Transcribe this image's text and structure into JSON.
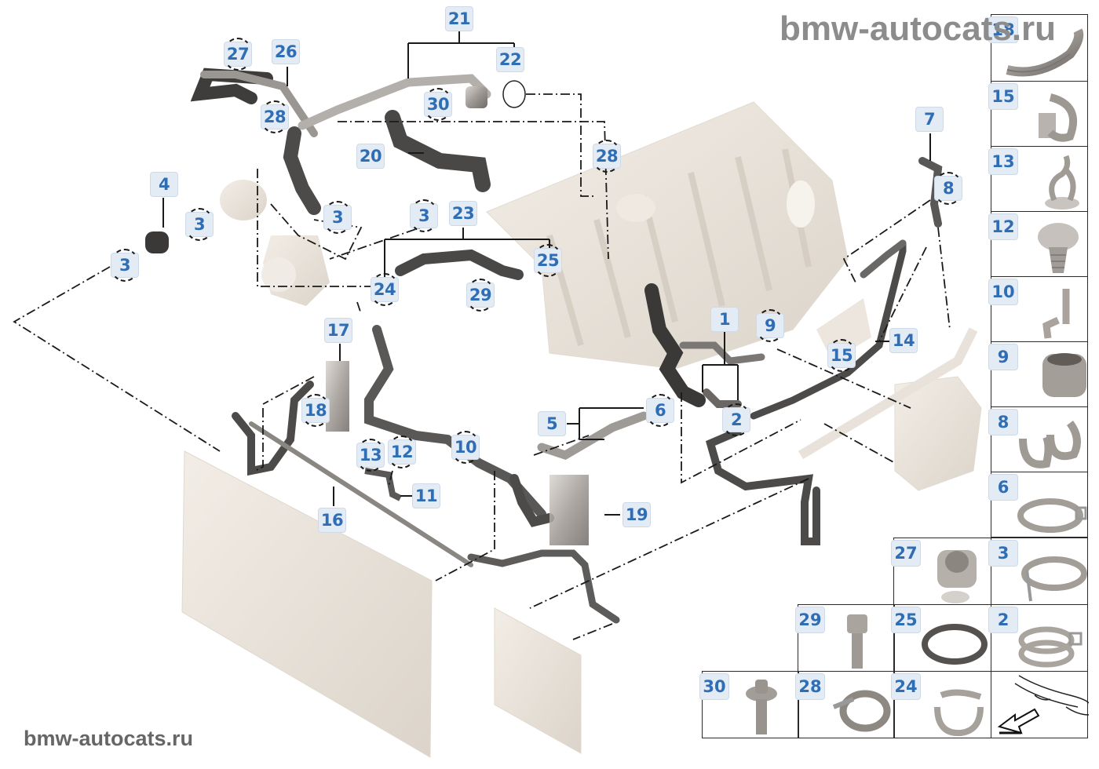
{
  "watermark": {
    "top": "bmw-autocats.ru",
    "bottom": "bmw-autocats.ru"
  },
  "diagram": {
    "title": "Cooling system coolant hoses",
    "callouts": [
      {
        "id": "c21",
        "label": "21",
        "circled": false
      },
      {
        "id": "c27",
        "label": "27",
        "circled": true
      },
      {
        "id": "c26",
        "label": "26",
        "circled": false
      },
      {
        "id": "c22",
        "label": "22",
        "circled": false
      },
      {
        "id": "c30",
        "label": "30",
        "circled": true
      },
      {
        "id": "c28a",
        "label": "28",
        "circled": true
      },
      {
        "id": "c20",
        "label": "20",
        "circled": false
      },
      {
        "id": "c28b",
        "label": "28",
        "circled": true
      },
      {
        "id": "c4",
        "label": "4",
        "circled": false
      },
      {
        "id": "c3a",
        "label": "3",
        "circled": true
      },
      {
        "id": "c3b",
        "label": "3",
        "circled": true
      },
      {
        "id": "c3c",
        "label": "3",
        "circled": true
      },
      {
        "id": "c3d",
        "label": "3",
        "circled": true
      },
      {
        "id": "c23",
        "label": "23",
        "circled": false
      },
      {
        "id": "c25",
        "label": "25",
        "circled": true
      },
      {
        "id": "c24",
        "label": "24",
        "circled": true
      },
      {
        "id": "c29",
        "label": "29",
        "circled": true
      },
      {
        "id": "c7",
        "label": "7",
        "circled": false
      },
      {
        "id": "c8",
        "label": "8",
        "circled": true
      },
      {
        "id": "c1",
        "label": "1",
        "circled": false
      },
      {
        "id": "c9",
        "label": "9",
        "circled": true
      },
      {
        "id": "c14",
        "label": "14",
        "circled": false
      },
      {
        "id": "c15",
        "label": "15",
        "circled": true
      },
      {
        "id": "c17",
        "label": "17",
        "circled": false
      },
      {
        "id": "c18",
        "label": "18",
        "circled": true
      },
      {
        "id": "c6",
        "label": "6",
        "circled": true
      },
      {
        "id": "c5",
        "label": "5",
        "circled": false
      },
      {
        "id": "c2",
        "label": "2",
        "circled": true
      },
      {
        "id": "c13",
        "label": "13",
        "circled": true
      },
      {
        "id": "c12",
        "label": "12",
        "circled": true
      },
      {
        "id": "c10",
        "label": "10",
        "circled": true
      },
      {
        "id": "c11",
        "label": "11",
        "circled": false
      },
      {
        "id": "c16",
        "label": "16",
        "circled": false
      },
      {
        "id": "c19",
        "label": "19",
        "circled": false
      }
    ]
  },
  "legend": {
    "cells": [
      {
        "label": "18",
        "part": "hose-holder"
      },
      {
        "label": "15",
        "part": "clip"
      },
      {
        "label": "13",
        "part": "pipe-clip"
      },
      {
        "label": "12",
        "part": "torx-screw"
      },
      {
        "label": "10",
        "part": "bracket-clip"
      },
      {
        "label": "9",
        "part": "plug-connector"
      },
      {
        "label": "8",
        "part": "double-clip"
      },
      {
        "label": "6",
        "part": "spring-band-clamp"
      },
      {
        "label": "27",
        "part": "clip-with-pin"
      },
      {
        "label": "3",
        "part": "spring-band-clamp"
      },
      {
        "label": "29",
        "part": "hex-bolt"
      },
      {
        "label": "25",
        "part": "sealing-ring"
      },
      {
        "label": "2",
        "part": "spring-band-clamp"
      },
      {
        "label": "30",
        "part": "bolt"
      },
      {
        "label": "28",
        "part": "hose-clamp"
      },
      {
        "label": "24",
        "part": "spring-band-clamp"
      },
      {
        "label": "",
        "part": "vehicle-front-orientation"
      }
    ]
  }
}
